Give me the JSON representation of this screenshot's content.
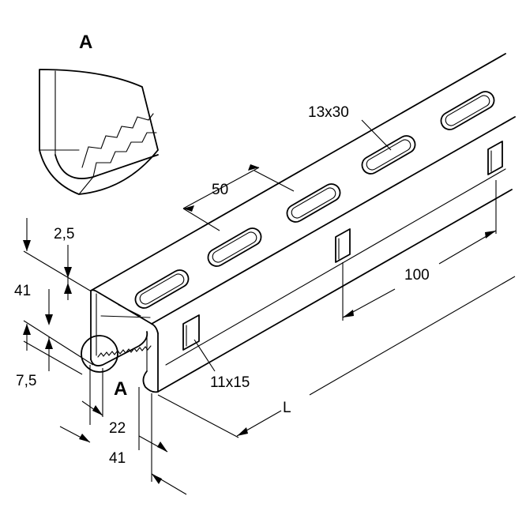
{
  "detail": {
    "label": "A",
    "marker_label": "A"
  },
  "dimensions": {
    "slot_top": "13x30",
    "slot_side": "11x15",
    "pitch_top": "50",
    "pitch_side": "100",
    "thickness": "2,5",
    "height": "41",
    "lip": "7,5",
    "opening": "22",
    "width": "41",
    "length": "L"
  }
}
